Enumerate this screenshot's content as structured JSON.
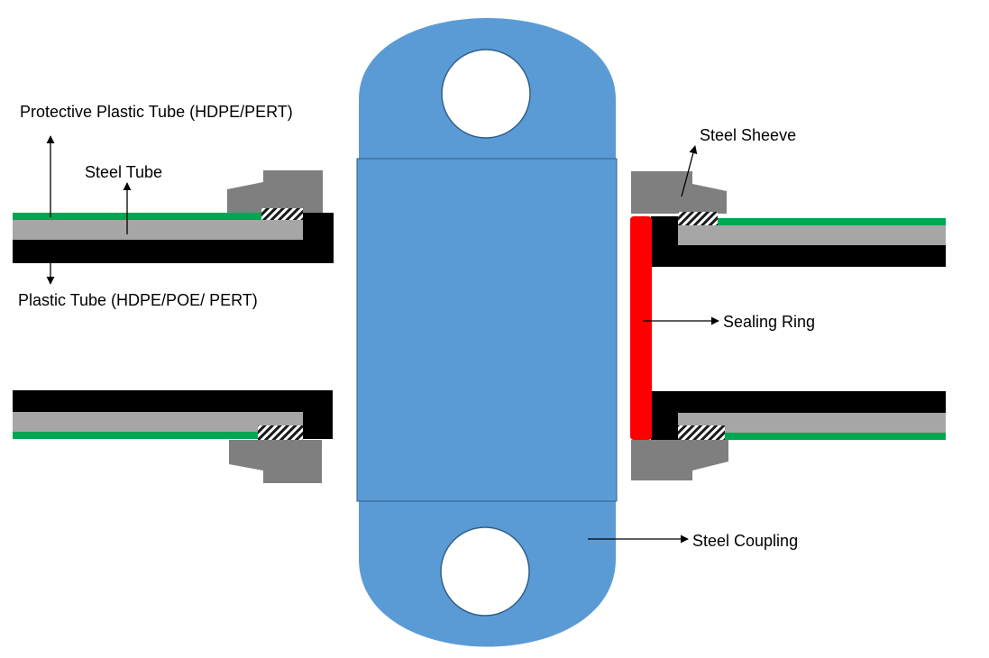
{
  "labels": {
    "protective_tube": "Protective Plastic Tube (HDPE/PERT)",
    "steel_tube": "Steel Tube",
    "plastic_tube": "Plastic Tube (HDPE/POE/ PERT)",
    "steel_sleeve": "Steel Sheeve",
    "sealing_ring": "Sealing Ring",
    "steel_coupling": "Steel Coupling"
  },
  "colors": {
    "coupling": "#5b9bd5",
    "green_layer": "#00a651",
    "steel_layer": "#a6a6a6",
    "black_layer": "#000000",
    "sleeve": "#7f7f7f",
    "sealing_ring": "#ff0000"
  }
}
